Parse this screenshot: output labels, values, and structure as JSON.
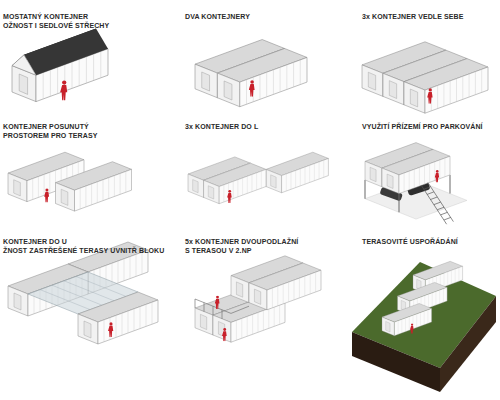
{
  "diagram": {
    "labels": [
      "MOSTATNÝ KONTEJNER",
      "OŽNOST I SEDLOVÉ STŘECHY",
      "DVA KONTEJNERY",
      "3x KONTEJNER VEDLE SEBE",
      "KONTEJNER POSUNUTÝ",
      "PROSTOREM PRO TERASY",
      "3x KONTEJNER DO L",
      "VYUŽITÍ PŘÍZEMÍ PRO PARKOVÁNÍ",
      "KONTEJNER DO U",
      "ŽNOST ZASTŘEŠENÉ TERASY UVNITŘ BLOKU",
      "5x KONTEJNER DVOUPODLAŽNÍ",
      "S TERASOU V 2.NP",
      "TERASOVITÉ USPOŘÁDÁNÍ"
    ]
  }
}
